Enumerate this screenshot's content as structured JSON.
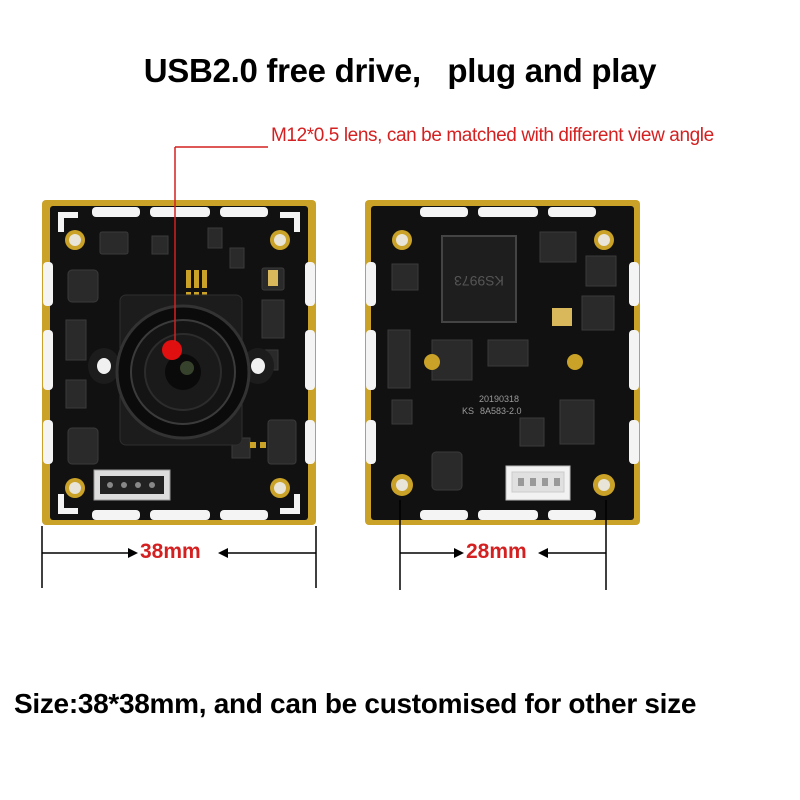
{
  "headline": "USB2.0 free drive,   plug and play",
  "lens_note": "M12*0.5 lens, can be matched with different view angle",
  "front_board": {
    "width_label": "38mm"
  },
  "back_board": {
    "width_label": "28mm",
    "chip_marking": "KS9973",
    "date_code": "20190318",
    "board_marking_prefix": "KS",
    "board_marking": "8A583-2.0"
  },
  "footer": "Size:38*38mm, and can be customised for other size",
  "colors": {
    "accent_red": "#d42020",
    "pcb": "#111111",
    "gold": "#c9a227"
  }
}
